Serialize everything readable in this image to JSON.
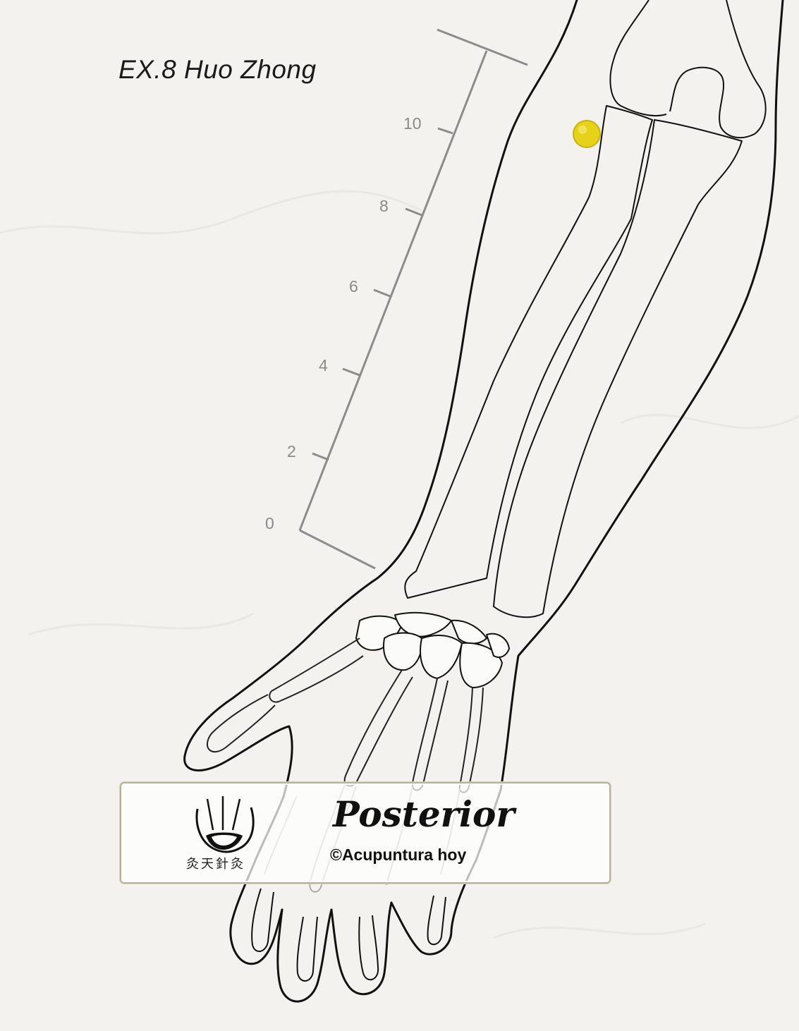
{
  "title": "EX.8 Huo Zhong",
  "ruler": {
    "labels": [
      "0",
      "2",
      "4",
      "6",
      "8",
      "10"
    ]
  },
  "acupoint": {
    "color": "#e7d21a",
    "icon": "acupoint-marker"
  },
  "panel": {
    "view_label": "Posterior",
    "copyright": "©Acupuntura hoy",
    "logo_text": "灸天針灸"
  }
}
